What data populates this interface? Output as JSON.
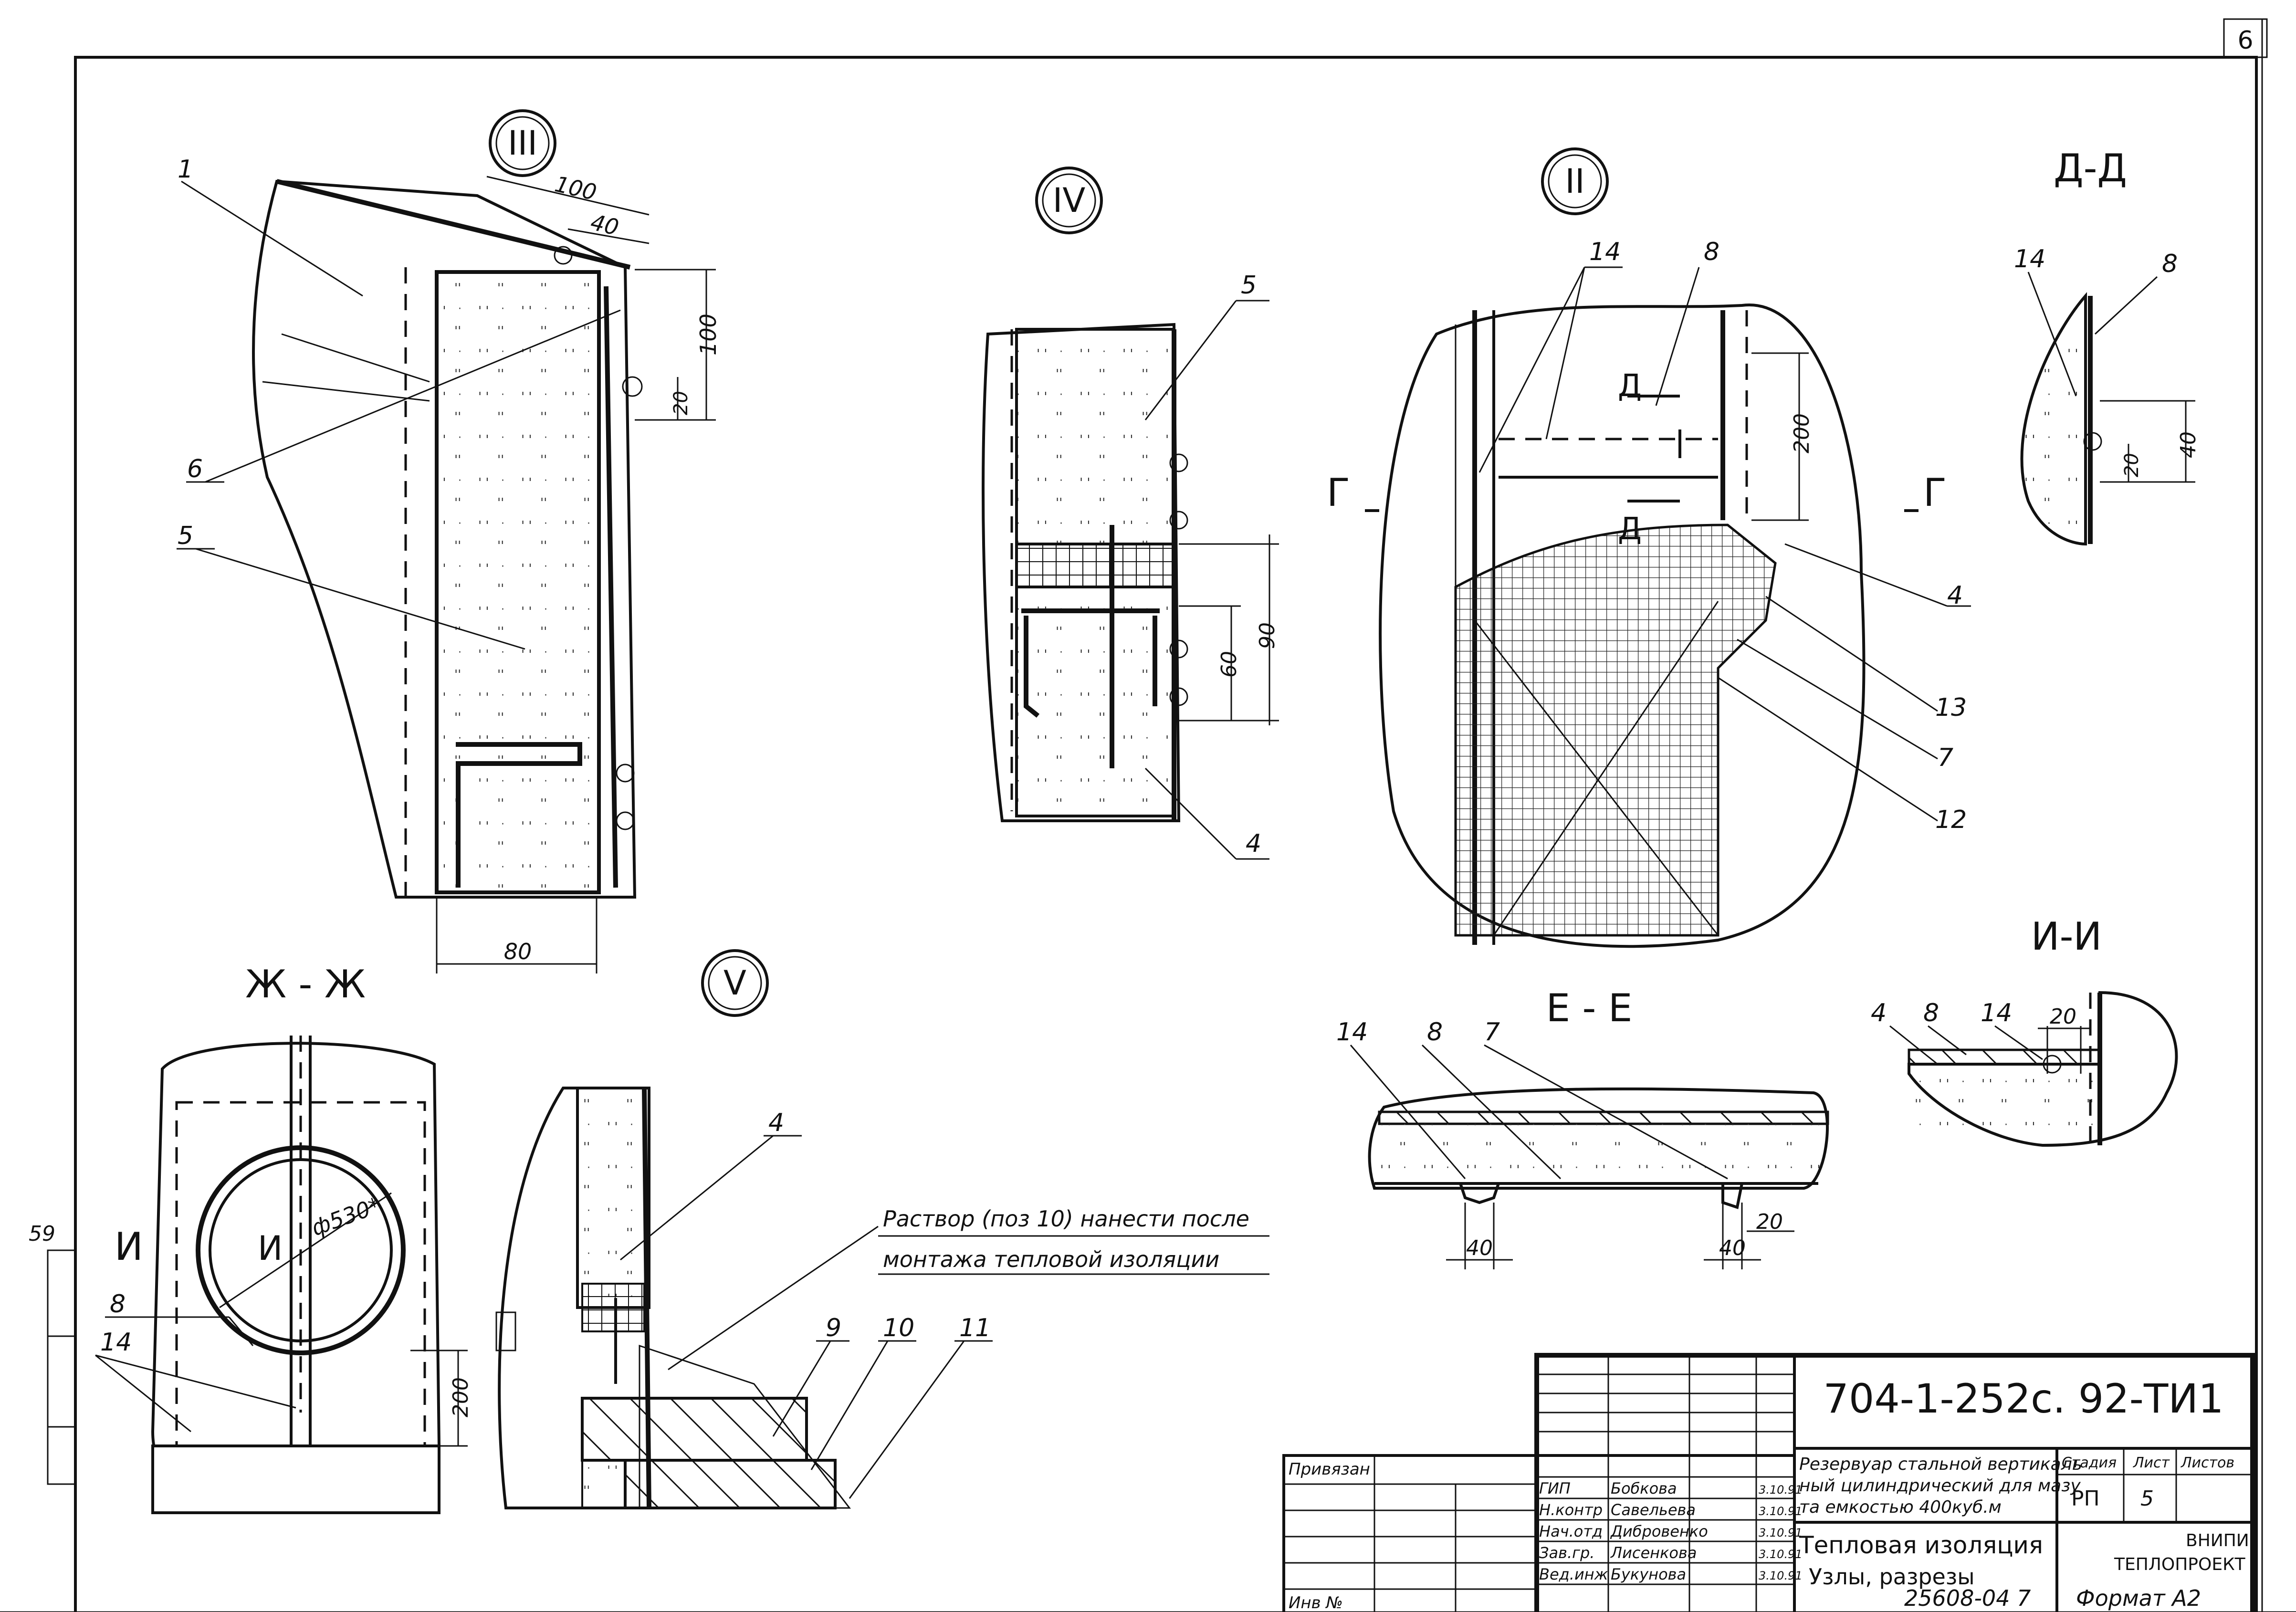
{
  "sheet": {
    "sheet_number": "6",
    "side_mark": "59",
    "format_label": "Формат А2",
    "archive_no": "25608-04  7"
  },
  "details": {
    "III": {
      "marker": "III",
      "callouts": [
        "1",
        "6",
        "5"
      ],
      "dims": [
        "100",
        "40",
        "100",
        "20",
        "80"
      ]
    },
    "IV": {
      "marker": "IV",
      "callouts": [
        "5",
        "4"
      ],
      "dims": [
        "90",
        "60"
      ]
    },
    "II": {
      "marker": "II",
      "callouts": [
        "14",
        "8",
        "4",
        "13",
        "7",
        "12"
      ],
      "section_marks": [
        "Г",
        "Г",
        "Д",
        "Д"
      ],
      "dims": [
        "200"
      ]
    },
    "V": {
      "marker": "V",
      "callouts": [
        "4",
        "9",
        "10",
        "11"
      ],
      "note_line1": "Раствор (поз 10) нанести после",
      "note_line2": "монтажа тепловой изоляции"
    }
  },
  "sections": {
    "DD": {
      "title": "Д-Д",
      "callouts": [
        "14",
        "8"
      ],
      "dims": [
        "40",
        "20"
      ]
    },
    "ZhZh": {
      "title": "Ж - Ж",
      "callouts": [
        "8",
        "14"
      ],
      "marks": [
        "И",
        "И"
      ],
      "diameter": "ф530*",
      "dims": [
        "200"
      ]
    },
    "EE": {
      "title": "Е - Е",
      "callouts": [
        "14",
        "8",
        "7"
      ],
      "dims": [
        "40",
        "40",
        "20"
      ]
    },
    "II_sec": {
      "title": "И-И",
      "callouts": [
        "4",
        "8",
        "14"
      ],
      "dims": [
        "20"
      ]
    }
  },
  "title_block": {
    "doc_code": "704-1-252с. 92-ТИ1",
    "project_title_1": "Резервуар стальной вертикаль",
    "project_title_2": "ный цилиндрический для мазу",
    "project_title_3": "та емкостью 400куб.м",
    "sheet_title_1": "Тепловая изоляция",
    "sheet_title_2": "Узлы, разрезы",
    "col_stage": "Стадия",
    "col_sheet": "Лист",
    "col_sheets": "Листов",
    "stage": "РП",
    "sheet": "5",
    "organization_1": "ВНИПИ",
    "organization_2": "ТЕПЛОПРОЕКТ",
    "privyazan": "Привязан",
    "inv_no": "Инв №",
    "signatures": [
      {
        "role": "ГИП",
        "name": "Бобкова",
        "date": "3.10.91"
      },
      {
        "role": "Н.контр",
        "name": "Савельева",
        "date": "3.10.91"
      },
      {
        "role": "Нач.отд",
        "name": "Дибровенко",
        "date": "3.10.91"
      },
      {
        "role": "Зав.гр.",
        "name": "Лисенкова",
        "date": "3.10.91"
      },
      {
        "role": "Вед.инж",
        "name": "Букунова",
        "date": "3.10.91"
      }
    ]
  },
  "colors": {
    "ink": "#111111",
    "paper": "#ffffff"
  }
}
